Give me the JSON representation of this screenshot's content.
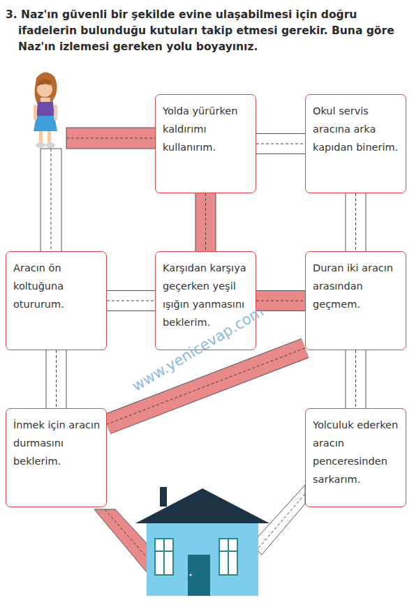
{
  "diagram": {
    "title": "3. Naz'ın güvenli bir şekilde evine ulaşabilmesi için doğru ifadelerin bulunduğu kutuları takip etmesi gerekir. Buna göre Naz'ın izlemesi gereken yolu boyayınız.",
    "nodes": [
      {
        "text": [
          "Yolda yürürken kaldırımı kullanırım."
        ]
      },
      {
        "text": [
          "Okul servis aracına arka kapıdan binerim."
        ]
      },
      {
        "text": [
          "Aracın ön koltuğuna otururum."
        ]
      },
      {
        "text": [
          "Karşıdan karşıya geçerken yeşil ışığın yanmasını beklerim."
        ]
      },
      {
        "text": [
          "Duran iki aracın arasından geçmem."
        ]
      },
      {
        "text": [
          "İnmek için aracın durmasını beklerim."
        ]
      },
      {
        "text": [
          "Yolculuk ederken aracın penceresinden sarkarım."
        ]
      }
    ],
    "edges": [
      {
        "from": 0,
        "to": 1,
        "arrow": "none"
      },
      {
        "from": 0,
        "to": 3,
        "arrow": "none"
      },
      {
        "from": 1,
        "to": 4,
        "arrow": "none"
      },
      {
        "from": 2,
        "to": 3,
        "arrow": "none"
      },
      {
        "from": 3,
        "to": 4,
        "arrow": "none"
      },
      {
        "from": 2,
        "to": 5,
        "arrow": "none"
      },
      {
        "from": 4,
        "to": 5,
        "arrow": "none"
      },
      {
        "from": 4,
        "to": 6,
        "arrow": "none"
      }
    ],
    "labels": [
      "www.yenicevap.com"
    ]
  }
}
